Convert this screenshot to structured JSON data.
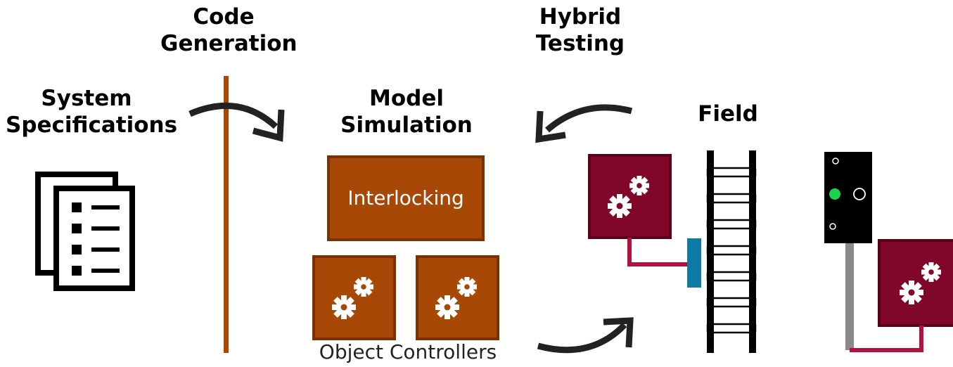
{
  "labels": {
    "code_generation": "Code\nGeneration",
    "hybrid_testing": "Hybrid\nTesting",
    "system_specifications": "System\nSpecifications",
    "model_simulation": "Model\nSimulation",
    "field": "Field"
  },
  "boxes": {
    "interlocking": "Interlocking",
    "object_controllers": "Object Controllers"
  },
  "colors": {
    "orange": "#A74807",
    "orange_border": "#7A3205",
    "maroon": "#80072A",
    "maroon_border": "#5A0019",
    "crimson_wire": "#B4103E",
    "teal": "#0E7BA6",
    "signal_green": "#1ED34A",
    "gray_pole": "#8A8A8A"
  },
  "icons": {
    "document": "document-stack-icon",
    "gears": "gears-icon",
    "track": "railway-track-icon",
    "signal": "railway-signal-icon"
  }
}
